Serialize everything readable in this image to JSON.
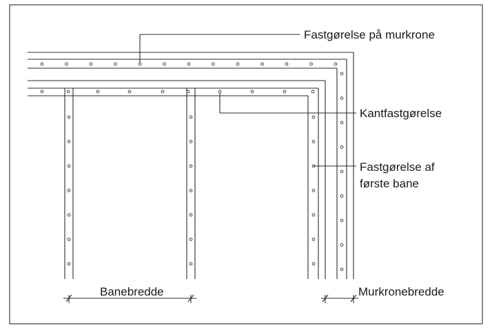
{
  "labels": {
    "roof_fastening": "Fastgørelse på murkrone",
    "edge_fastening": "Kantfastgørelse",
    "first_strip_line1": "Fastgørelse af",
    "first_strip_line2": "første bane",
    "strip_width": "Banebredde",
    "crown_width": "Murkronebredde"
  },
  "colors": {
    "line": "#2a2a2a",
    "text": "#1a1a1a",
    "background": "#ffffff"
  }
}
